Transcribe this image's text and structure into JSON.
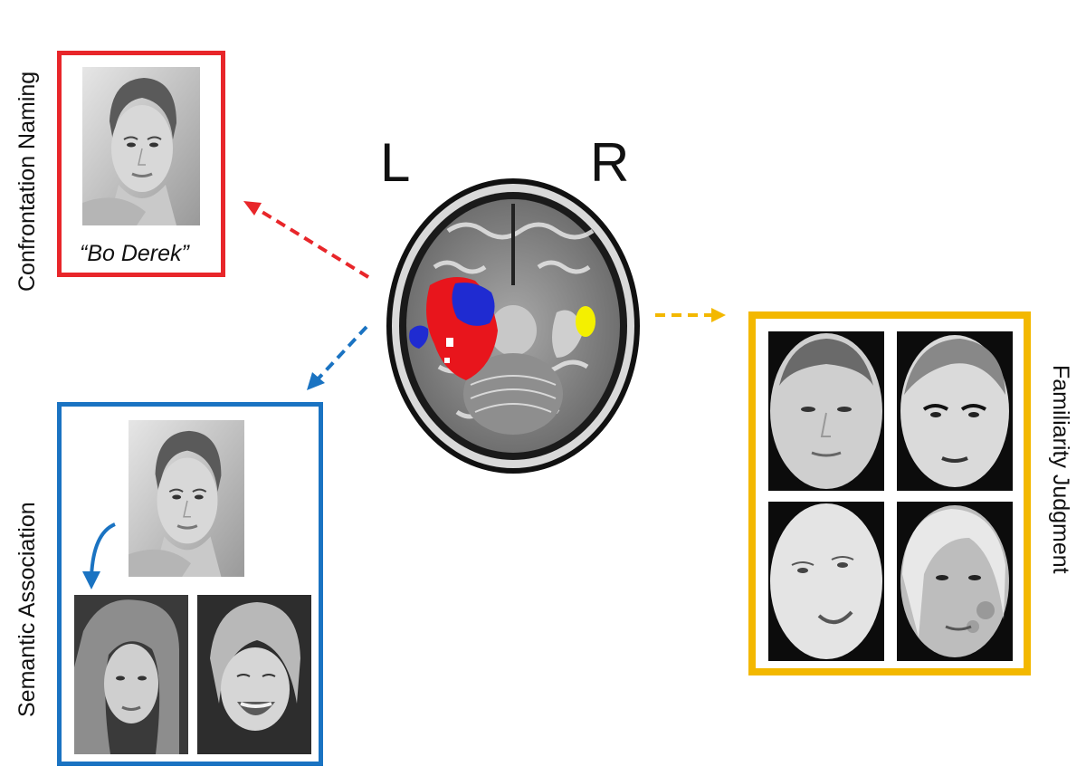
{
  "labels": {
    "confrontation_naming": "Confrontation Naming",
    "semantic_association": "Semantic Association",
    "familiarity_judgment": "Familiarity Judgment"
  },
  "naming_caption": "“Bo Derek”",
  "hemispheres": {
    "left": "L",
    "right": "R"
  },
  "colors": {
    "naming": "#e8262a",
    "semantic": "#1a73c2",
    "familiarity": "#f3b800",
    "activation_red": "#e8151c",
    "activation_blue": "#1f2bd1",
    "activation_yellow": "#f4f000"
  }
}
